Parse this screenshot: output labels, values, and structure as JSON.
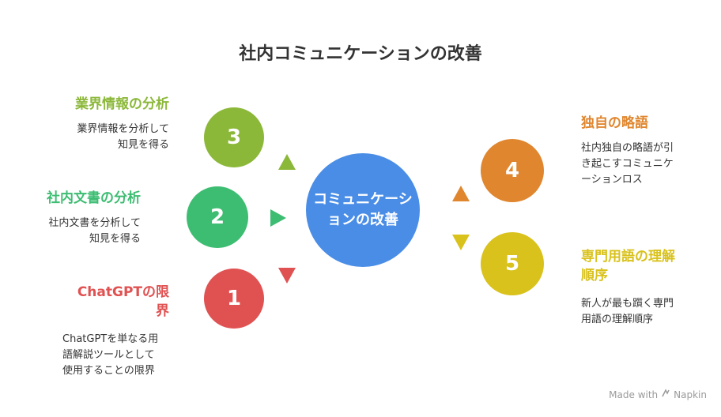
{
  "title": "社内コミュニケーションの改善",
  "center": {
    "line1": "コミュニケーシ",
    "line2": "ョンの改善",
    "color": "#4a8de6"
  },
  "items": {
    "item3": {
      "number": "3",
      "heading": "業界情報の分析",
      "desc_line1": "業界情報を分析して",
      "desc_line2": "知見を得る",
      "color": "#8cb83a"
    },
    "item2": {
      "number": "2",
      "heading": "社内文書の分析",
      "desc_line1": "社内文書を分析して",
      "desc_line2": "知見を得る",
      "color": "#3dbd72"
    },
    "item1": {
      "number": "1",
      "heading_line1": "ChatGPTの限",
      "heading_line2": "界",
      "desc_line1": "ChatGPTを単なる用",
      "desc_line2": "語解説ツールとして",
      "desc_line3": "使用することの限界",
      "color": "#e05252"
    },
    "item4": {
      "number": "4",
      "heading": "独自の略語",
      "desc_line1": "社内独自の略語が引",
      "desc_line2": "き起こすコミュニケ",
      "desc_line3": "ーションロス",
      "color": "#e0862e"
    },
    "item5": {
      "number": "5",
      "heading_line1": "専門用語の理解",
      "heading_line2": "順序",
      "desc_line1": "新人が最も躓く専門",
      "desc_line2": "用語の理解順序",
      "color": "#d9c21c"
    }
  },
  "footer": {
    "made_with": "Made with",
    "brand": "Napkin"
  }
}
